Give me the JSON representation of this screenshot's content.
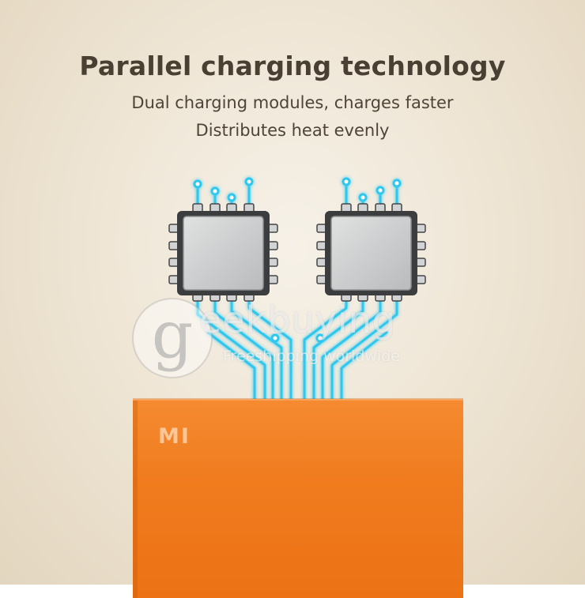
{
  "headline": {
    "title": "Parallel charging technology",
    "subtitle_1": "Dual charging modules, charges faster",
    "subtitle_2": "Distributes heat evenly"
  },
  "watermark": {
    "logo_letter": "g",
    "word": "eekbuying",
    "tagline": "Freeshipping worldwide"
  },
  "product": {
    "logo": "MI"
  },
  "colors": {
    "circuit": "#2ec8ef",
    "chip": "#c9cbcc",
    "power_bank": "#f07c1f"
  },
  "icons": [
    "chip-icon",
    "circuit-trace-icon",
    "watermark-logo-icon"
  ]
}
